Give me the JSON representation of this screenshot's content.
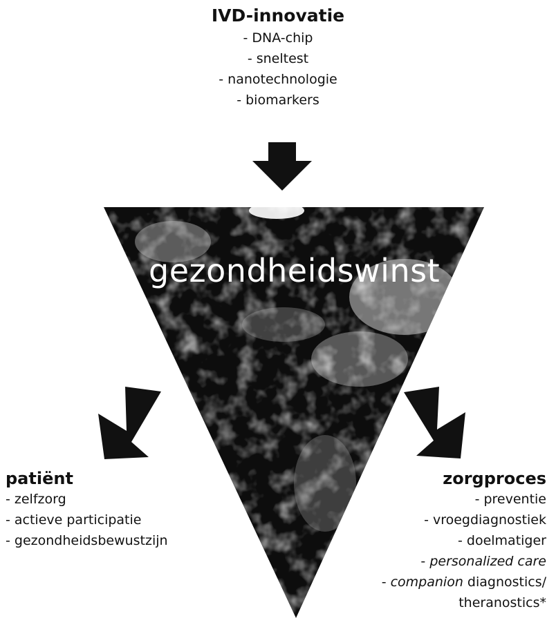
{
  "center_label": "gezondheidswinst",
  "top": {
    "heading": "IVD-innovatie",
    "items": [
      "- DNA-chip",
      "- sneltest",
      "- nanotechnologie",
      "- biomarkers"
    ]
  },
  "left": {
    "heading": "patiënt",
    "items": [
      "- zelfzorg",
      "- actieve participatie",
      "- gezondheidsbewustzijn"
    ]
  },
  "right": {
    "heading": "zorgproces",
    "items": [
      "- preventie",
      "- vroegdiagnostiek",
      "- doelmatiger"
    ],
    "personalized": {
      "prefix": "- ",
      "italic": "personalized care"
    },
    "companion": {
      "prefix": "- ",
      "italic": "companion",
      "rest": " diagnostics/"
    },
    "last": "theranostics*"
  }
}
